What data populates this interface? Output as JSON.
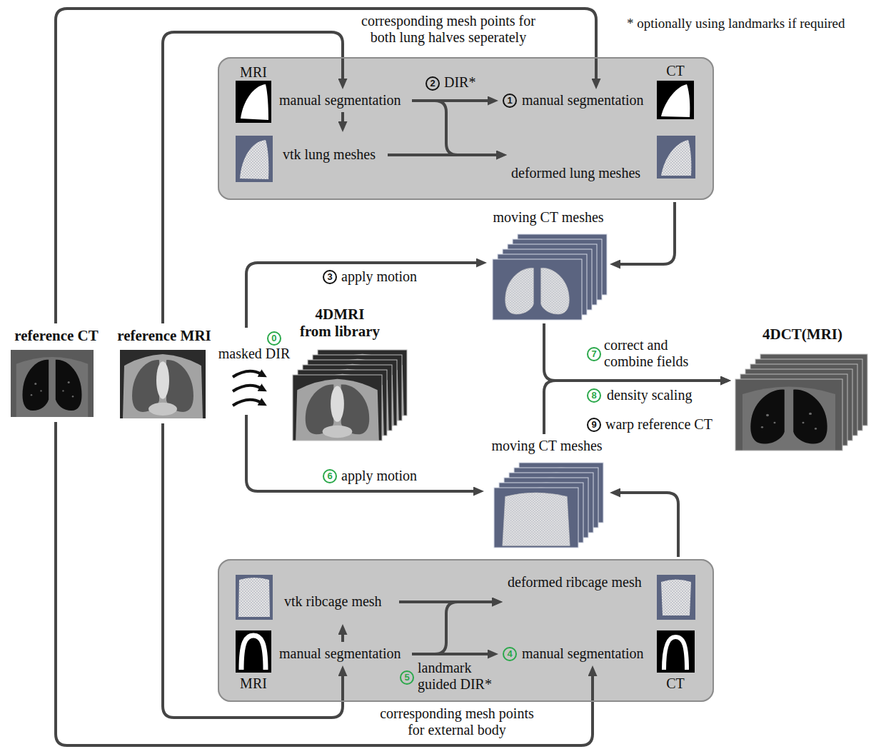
{
  "diagram": {
    "nodes": [
      {
        "text": []
      },
      {
        "text": [
          "MRI"
        ],
        "in": 0
      },
      {
        "text": [
          "manual segmentation"
        ],
        "in": 0
      },
      {
        "text": [
          "1",
          "manual segmentation"
        ],
        "in": 0
      },
      {
        "text": [
          "CT"
        ],
        "in": 0
      },
      {
        "text": [
          "vtk lung meshes"
        ],
        "in": 0
      },
      {
        "text": [
          "deformed lung meshes"
        ],
        "in": 0
      },
      {
        "text": [
          "moving CT meshes"
        ]
      },
      {
        "text": [
          "reference CT"
        ]
      },
      {
        "text": [
          "reference MRI"
        ]
      },
      {
        "text": [
          "0",
          "masked DIR"
        ]
      },
      {
        "text": [
          "4DMRI from library"
        ]
      },
      {
        "text": [
          "4DCT(MRI)"
        ]
      },
      {
        "text": [
          "moving CT meshes"
        ]
      },
      {
        "text": []
      },
      {
        "text": [
          "vtk ribcage mesh"
        ],
        "in": 14
      },
      {
        "text": [
          "deformed ribcage mesh"
        ],
        "in": 14
      },
      {
        "text": [
          "MRI"
        ],
        "in": 14
      },
      {
        "text": [
          "manual segmentation"
        ],
        "in": 14
      },
      {
        "text": [
          "4",
          "manual segmentation"
        ],
        "in": 14
      },
      {
        "text": [
          "CT"
        ],
        "in": 14
      }
    ],
    "edges": [
      {
        "from": 2,
        "to": 3,
        "arrow": "to",
        "label": "DIR*"
      },
      {
        "from": 2,
        "to": 5,
        "arrow": "to"
      },
      {
        "from": 5,
        "to": 6,
        "arrow": "to"
      },
      {
        "from": 2,
        "to": 6,
        "arrow": "to"
      },
      {
        "from": 0,
        "to": 7,
        "arrow": "to"
      },
      {
        "from": 9,
        "to": 2,
        "arrow": "to"
      },
      {
        "from": 8,
        "to": 3,
        "arrow": "to"
      },
      {
        "from": 10,
        "to": 7,
        "arrow": "to",
        "label": "apply motion"
      },
      {
        "from": 10,
        "to": 13,
        "arrow": "to",
        "label": "apply motion"
      },
      {
        "from": 7,
        "to": 12,
        "arrow": "to"
      },
      {
        "from": 13,
        "to": 12,
        "arrow": "to"
      },
      {
        "from": 14,
        "to": 13,
        "arrow": "to"
      },
      {
        "from": 18,
        "to": 15,
        "arrow": "to"
      },
      {
        "from": 15,
        "to": 16,
        "arrow": "to"
      },
      {
        "from": 18,
        "to": 19,
        "arrow": "to",
        "label": "landmark guided DIR*"
      },
      {
        "from": 18,
        "to": 16,
        "arrow": "to"
      },
      {
        "from": 9,
        "to": 18,
        "arrow": "to"
      },
      {
        "from": 8,
        "to": 19,
        "arrow": "to"
      }
    ],
    "labels": [
      "corresponding mesh points for both lung halves seperately",
      "* optionally using landmarks if required",
      "2",
      "3",
      "6",
      "5",
      "7",
      "correct and combine fields",
      "8",
      "density scaling",
      "9",
      "warp reference CT",
      "corresponding mesh points for external body"
    ]
  }
}
